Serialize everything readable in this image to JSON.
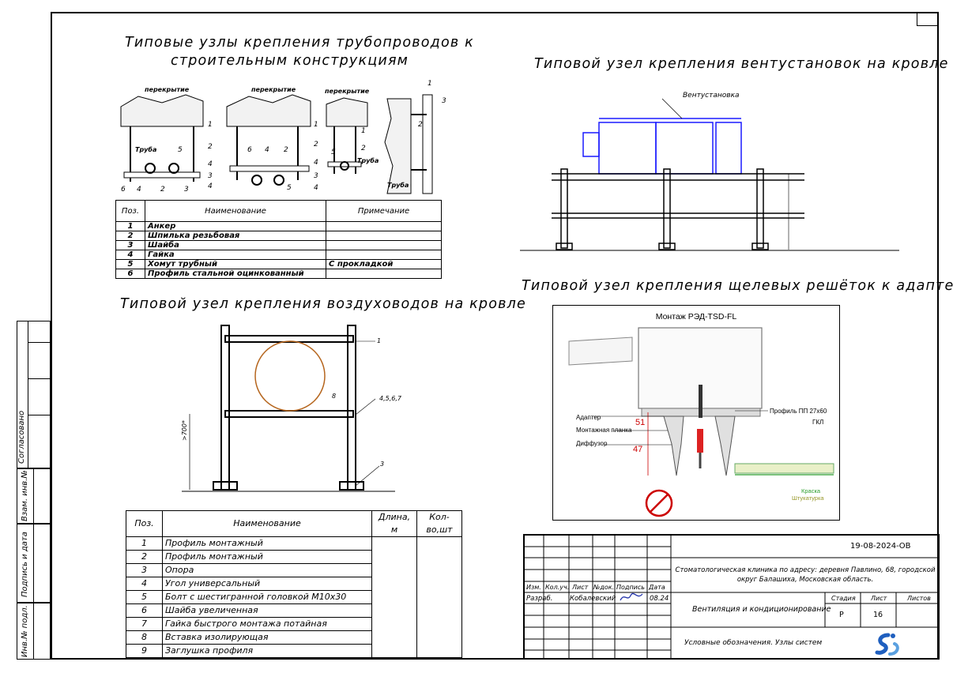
{
  "titles": {
    "pipes_line1": "Типовые узлы крепления трубопроводов к",
    "pipes_line2": "строительным конструкциям",
    "vent": "Типовой узел крепления вентустановок на кровле",
    "ducts": "Типовой узел крепления воздуховодов на кровле",
    "grilles": "Типовой узел крепления щелевых решёток к адаптеру"
  },
  "pipe_labels": {
    "slab": "перекрытие",
    "pipe": "Труба"
  },
  "vent_labels": {
    "unit": "Вентустановка"
  },
  "duct_labels": {
    "n1": "1",
    "n456": "4,5,6,7",
    "n3": "3",
    "n8": "8",
    "height": ">700*"
  },
  "grille_labels": {
    "header": "Монтаж РЭД-TSD-FL",
    "adapter": "Адаптер",
    "plank": "Монтажная планка",
    "diffuser": "Диффузор",
    "profile": "Профиль ПП 27х60",
    "gkl": "ГКЛ",
    "paint": "Краска",
    "plaster": "Штукатурка",
    "dim51": "51",
    "dim47": "47"
  },
  "table1": {
    "headers": [
      "Поз.",
      "Наименование",
      "Примечание"
    ],
    "rows": [
      [
        "1",
        "Анкер",
        ""
      ],
      [
        "2",
        "Шпилька резьбовая",
        ""
      ],
      [
        "3",
        "Шайба",
        ""
      ],
      [
        "4",
        "Гайка",
        ""
      ],
      [
        "5",
        "Хомут трубный",
        "С прокладкой"
      ],
      [
        "6",
        "Профиль стальной оцинкованный",
        ""
      ]
    ]
  },
  "table2": {
    "headers": [
      "Поз.",
      "Наименование",
      "Длина, м",
      "Кол-во,шт"
    ],
    "rows": [
      [
        "1",
        "Профиль монтажный"
      ],
      [
        "2",
        "Профиль монтажный"
      ],
      [
        "3",
        "Опора"
      ],
      [
        "4",
        "Угол универсальный"
      ],
      [
        "5",
        "Болт с шестигранной головкой М10х30"
      ],
      [
        "6",
        "Шайба увеличенная"
      ],
      [
        "7",
        "Гайка быстрого монтажа потайная"
      ],
      [
        "8",
        "Вставка изолирующая"
      ],
      [
        "9",
        "Заглушка профиля"
      ]
    ]
  },
  "side_stamp": {
    "agreed": "Согласовано",
    "inv_replace": "Взам. инв.№",
    "sign_date": "Подпись и дата",
    "inv_orig": "Инв.№ подл."
  },
  "title_block": {
    "code": "19-08-2024-ОВ",
    "object": "Стоматологическая клиника по адресу: деревня Павлино, 68, городской округ Балашиха, Московская область.",
    "section": "Вентиляция и кондиционирование",
    "sheet_name": "Условные обозначения. Узлы систем",
    "col_headers": [
      "Изм.",
      "Кол.уч.",
      "Лист",
      "№док.",
      "Подпись",
      "Дата"
    ],
    "role": "Разраб.",
    "author": "Кобалевский",
    "date": "08.24",
    "stage_label": "Стадия",
    "sheet_label": "Лист",
    "sheets_label": "Листов",
    "stage": "Р",
    "sheet": "16",
    "sheets": ""
  },
  "colors": {
    "vent_unit": "#1a1aff",
    "duct_circle": "#b5651d",
    "logo": "#1f5fbf",
    "dim_red": "#cc0000",
    "paint_green": "#2e9e2e"
  }
}
